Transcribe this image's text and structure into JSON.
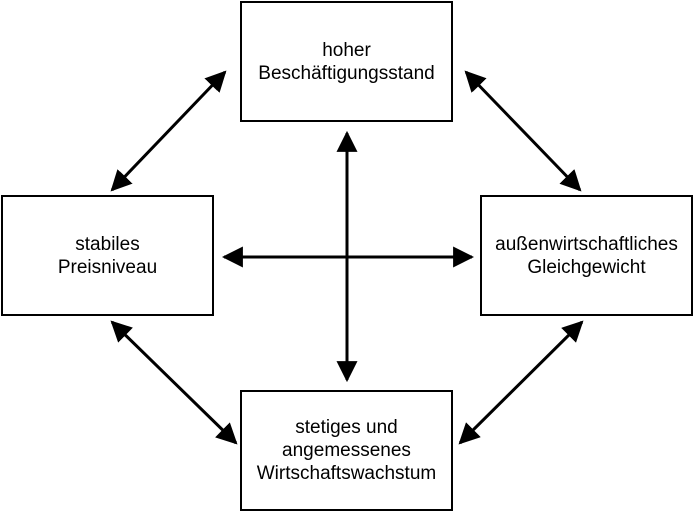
{
  "diagram": {
    "top_box": "hoher\nBeschäftigungsstand",
    "left_box": "stabiles\nPreisniveau",
    "right_box": "außenwirtschaftliches\nGleichgewicht",
    "bottom_box": "stetiges und\nangemessenes\nWirtschaftswachstum"
  },
  "colors": {
    "stroke": "#000000",
    "background": "#ffffff"
  }
}
